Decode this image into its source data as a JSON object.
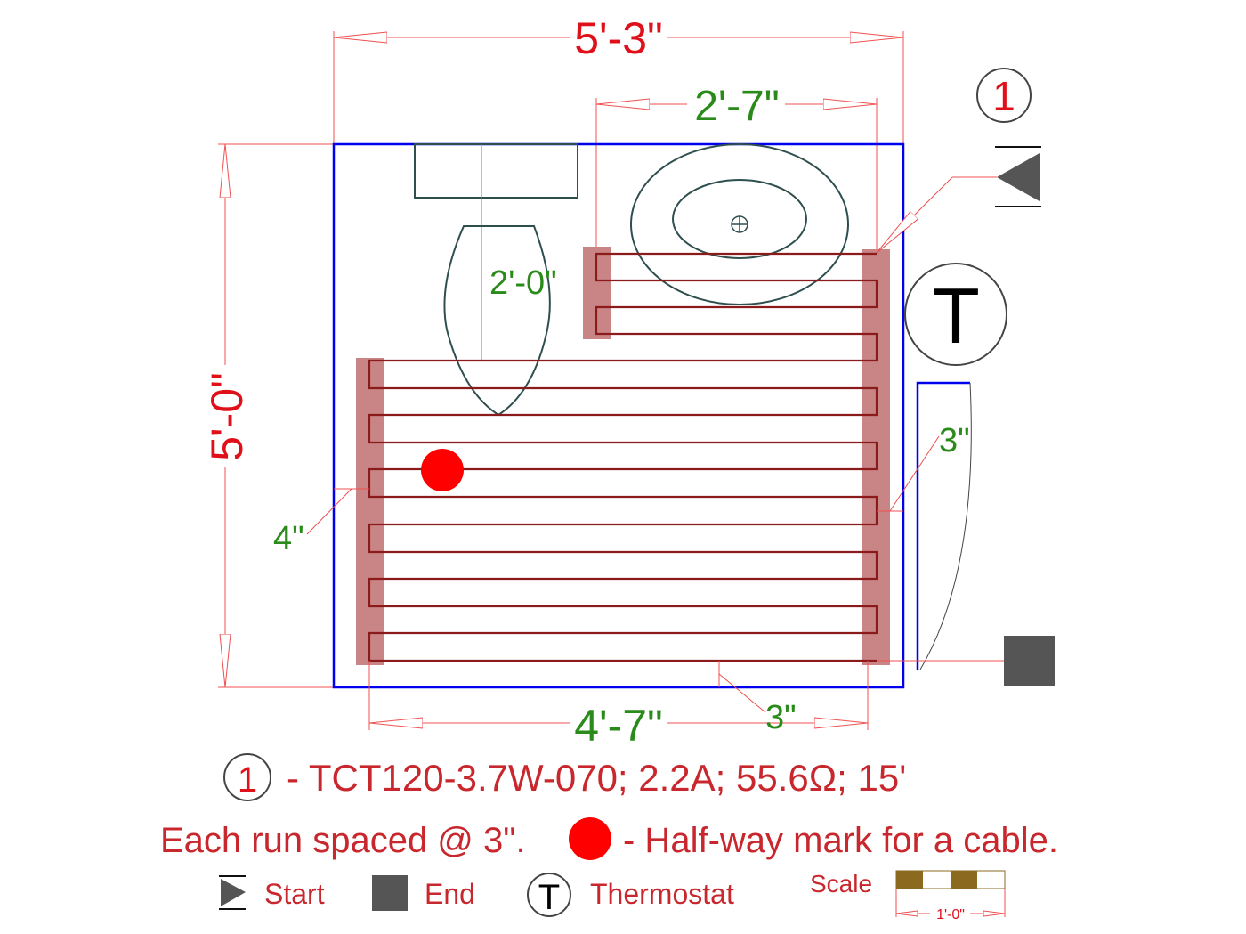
{
  "dimensions": {
    "overall_width": "5'-3\"",
    "sink_width": "2'-7\"",
    "toilet_clearance": "2'-0\"",
    "overall_height": "5'-0\"",
    "heated_width": "4'-7\"",
    "right_offset": "3\"",
    "bottom_offset": "3\"",
    "left_offset": "4\""
  },
  "symbols": {
    "cable_tag": "1",
    "thermostat": "T"
  },
  "legend": {
    "cable_tag": "1",
    "cable_spec": "- TCT120-3.7W-070; 2.2A; 55.6Ω; 15'",
    "spacing_note": "Each run spaced @ 3\".",
    "halfway_note": "- Half-way mark for a cable.",
    "start_label": "Start",
    "end_label": "End",
    "thermostat_symbol": "T",
    "thermostat_label": "Thermostat",
    "scale_label": "Scale",
    "scale_value": "1'-0\""
  },
  "colors": {
    "wall": "#0000ee",
    "cable": "#8b1a1a",
    "cable_band": "#c98585",
    "dimension": "#f05050",
    "halfway_mark": "#ff0000",
    "scale_fill": "#8b6a20"
  }
}
